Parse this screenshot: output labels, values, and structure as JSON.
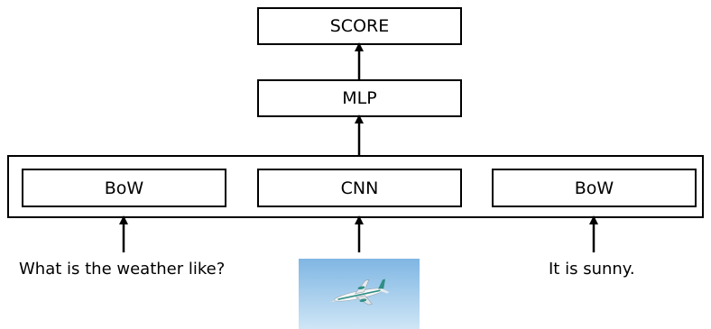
{
  "diagram": {
    "score_label": "SCORE",
    "mlp_label": "MLP",
    "encoders": [
      {
        "label": "BoW"
      },
      {
        "label": "CNN"
      },
      {
        "label": "BoW"
      }
    ],
    "question_text": "What is the weather like?",
    "answer_text": "It is sunny.",
    "image_content": "airplane-in-blue-sky"
  },
  "colors": {
    "stroke": "#000000",
    "sky_top": "#7fb6e3",
    "sky_bottom": "#cfe6f6",
    "plane_body": "#f4f6f8",
    "plane_stripe": "#2f8f86"
  }
}
